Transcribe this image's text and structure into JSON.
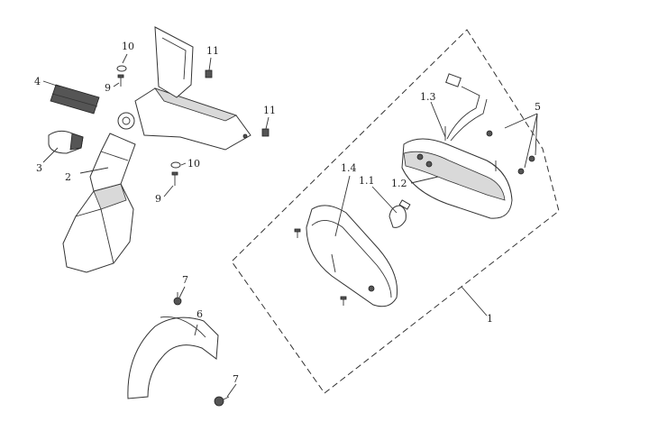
{
  "callouts": {
    "c1": "1",
    "c1_1": "1.1",
    "c1_2": "1.2",
    "c1_3": "1.3",
    "c1_4": "1.4",
    "c2": "2",
    "c3": "3",
    "c4": "4",
    "c5": "5",
    "c6": "6",
    "c7a": "7",
    "c7b": "7",
    "c9a": "9",
    "c9b": "9",
    "c10a": "10",
    "c10b": "10",
    "c11a": "11",
    "c11b": "11"
  },
  "colors": {
    "line": "#333333",
    "shade": "#d9d9d9",
    "background": "#ffffff"
  }
}
